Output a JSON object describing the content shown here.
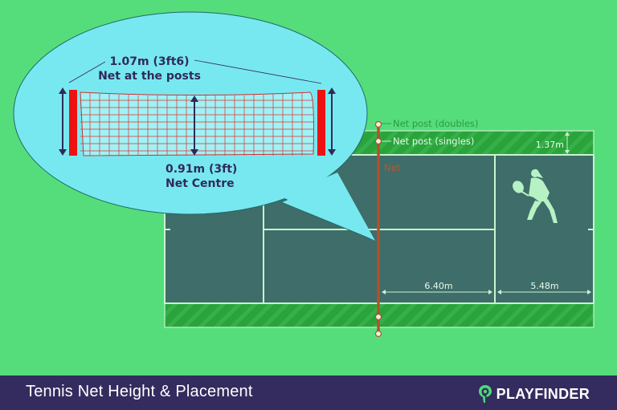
{
  "diagram": {
    "title": "Tennis Net Height & Placement",
    "brand": "PLAYFINDER",
    "callout": {
      "post_height": "1.07m (3ft6)",
      "post_label": "Net at the posts",
      "centre_height": "0.91m (3ft)",
      "centre_label": "Net Centre"
    },
    "labels": {
      "net_post_doubles": "Net post (doubles)",
      "net_post_singles": "Net post (singles)",
      "net": "Net",
      "alley_width": "1.37m",
      "service_length": "6.40m",
      "backcourt_length": "5.48m"
    },
    "colors": {
      "background": "#55dd7b",
      "court": "#3f6d69",
      "alley": "#2aa33b",
      "lines": "#c8f5cf",
      "net": "#b5502c",
      "callout": "#78e8f0",
      "dark_text": "#2f2a5a",
      "post": "#ee1111",
      "footer": "#342b5e"
    }
  }
}
